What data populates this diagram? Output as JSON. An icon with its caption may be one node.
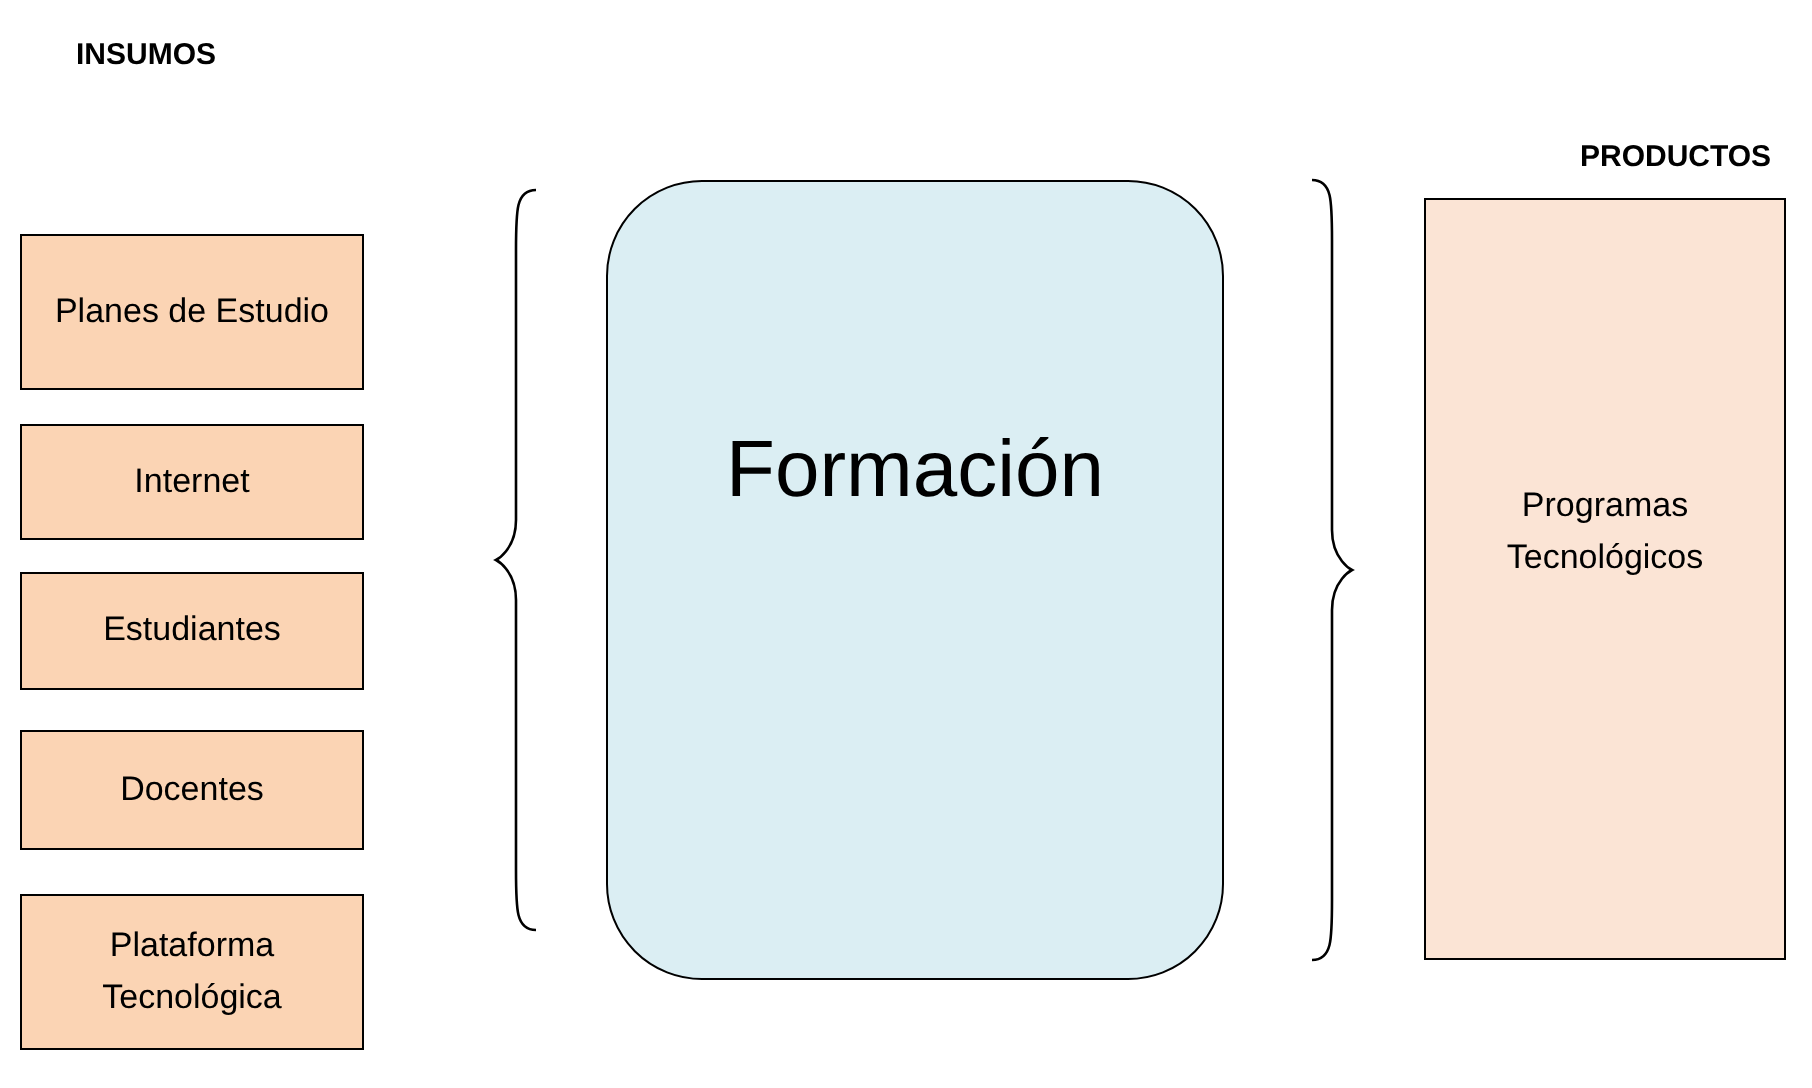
{
  "diagram": {
    "nodes": [
      {
        "text": [
          "Planes de Estudio"
        ]
      },
      {
        "text": [
          "Internet"
        ]
      },
      {
        "text": [
          "Estudiantes"
        ]
      },
      {
        "text": [
          "Docentes"
        ]
      },
      {
        "text": [
          "Plataforma Tecnológica"
        ]
      },
      {
        "text": [
          "Formación"
        ]
      },
      {
        "text": [
          "Programas Tecnológicos"
        ]
      }
    ],
    "labels": [
      "INSUMOS",
      "PRODUCTOS"
    ]
  }
}
